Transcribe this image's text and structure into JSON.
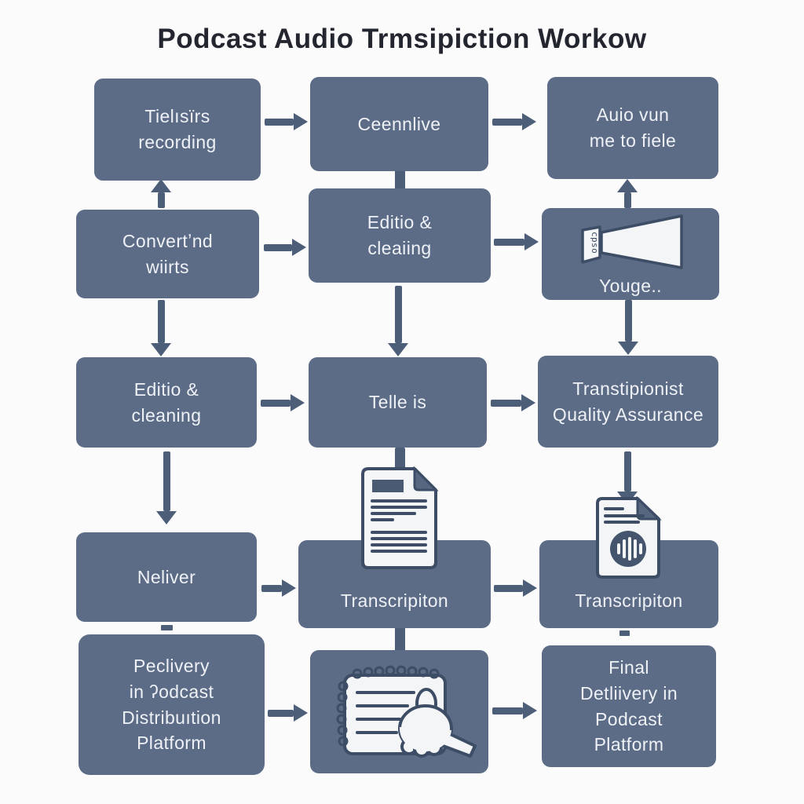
{
  "title": "Podcast Audio Trmsipiction Workow",
  "colors": {
    "background": "#fbfbfc",
    "box_fill": "#5d6c86",
    "arrow": "#4d5e79",
    "box_text": "#eef1f6",
    "title_text": "#23262e",
    "icon_stroke": "#3d4d66",
    "icon_fill": "#f4f5f7"
  },
  "nodes": {
    "recording": {
      "label": "Tielısïrs\nrecording"
    },
    "ceennlive": {
      "label": "Ceennlive"
    },
    "audio_run": {
      "label": "Auio vun\nme to fiele"
    },
    "convert": {
      "label": "Convertʼnd\nwiirts"
    },
    "editio_cleaiing": {
      "label": "Editio &\ncleaiing"
    },
    "megaphone": {
      "label": "Youge..",
      "icon_label": "cpso",
      "icon": "megaphone-icon"
    },
    "editio_cleaning": {
      "label": "Editio &\ncleaning"
    },
    "telle": {
      "label": "Telle is"
    },
    "qa": {
      "label": "Transtipionist\nQuality Assurance"
    },
    "neliver": {
      "label": "Neliver"
    },
    "transcription_mid": {
      "label": "Transcripiton",
      "icon": "document-icon"
    },
    "transcription_right": {
      "label": "Transcripiton",
      "icon": "audio-file-icon"
    },
    "peclivery": {
      "label": "Peclivery\nin ʔodcast\nDistribuıtion\nPlatform"
    },
    "notebook": {
      "icon": "notebook-pen-icon"
    },
    "final_delivery": {
      "label": "Final\nDetliivery in\nPodcast\nPlatform"
    }
  }
}
